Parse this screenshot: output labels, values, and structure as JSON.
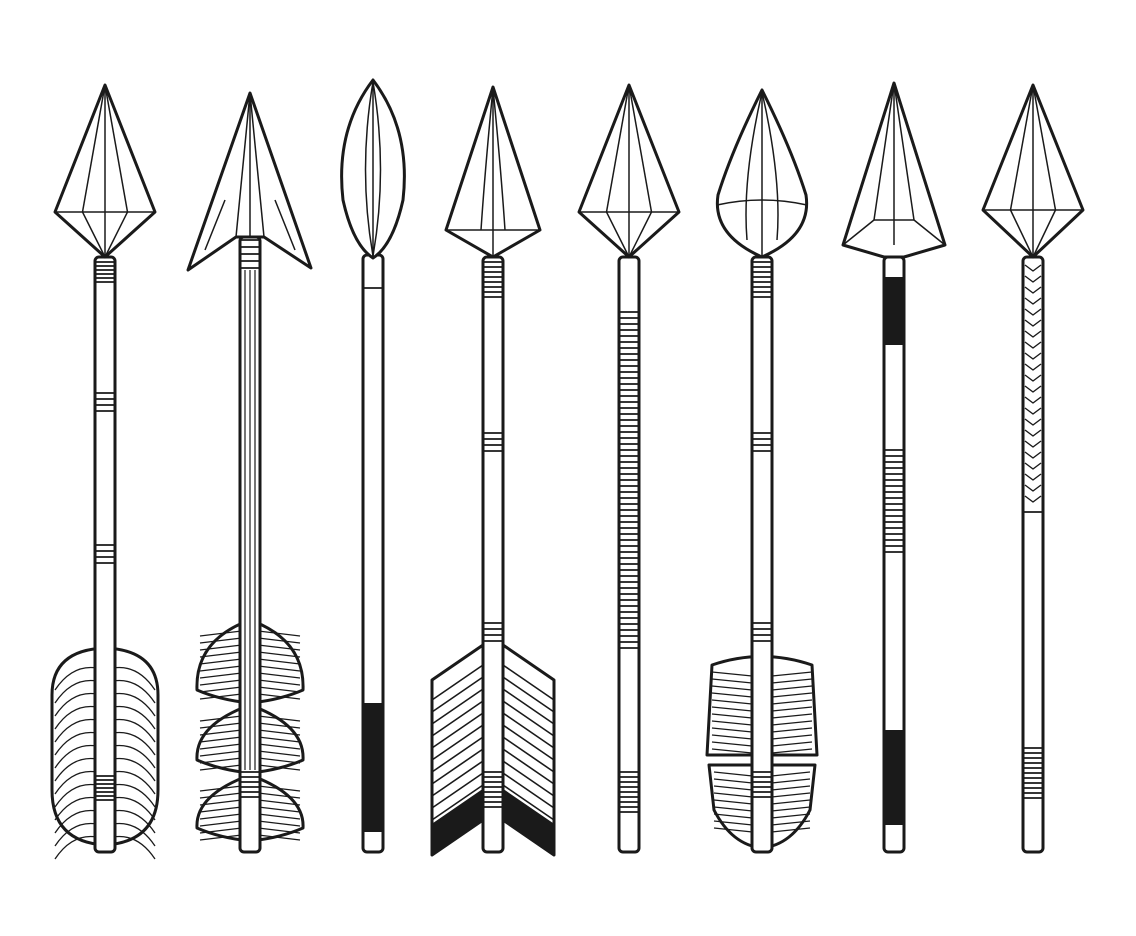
{
  "colors": {
    "ink": "#1a1a1a",
    "background": "#ffffff"
  },
  "arrows": [
    {
      "head": "faceted-diamond",
      "shaft": "banded",
      "tail": "rounded-feather"
    },
    {
      "head": "barbed",
      "shaft": "grooved",
      "tail": "segmented-feather"
    },
    {
      "head": "leaf",
      "shaft": "plain",
      "tail": "black-band"
    },
    {
      "head": "faceted-diamond",
      "shaft": "banded",
      "tail": "chevron-fletching"
    },
    {
      "head": "faceted-diamond",
      "shaft": "striped",
      "tail": "banded"
    },
    {
      "head": "teardrop",
      "shaft": "banded",
      "tail": "square-feather"
    },
    {
      "head": "faceted-triangle",
      "shaft": "black-and-striped",
      "tail": "black-band"
    },
    {
      "head": "faceted-diamond",
      "shaft": "chevron-pattern",
      "tail": "banded"
    }
  ]
}
